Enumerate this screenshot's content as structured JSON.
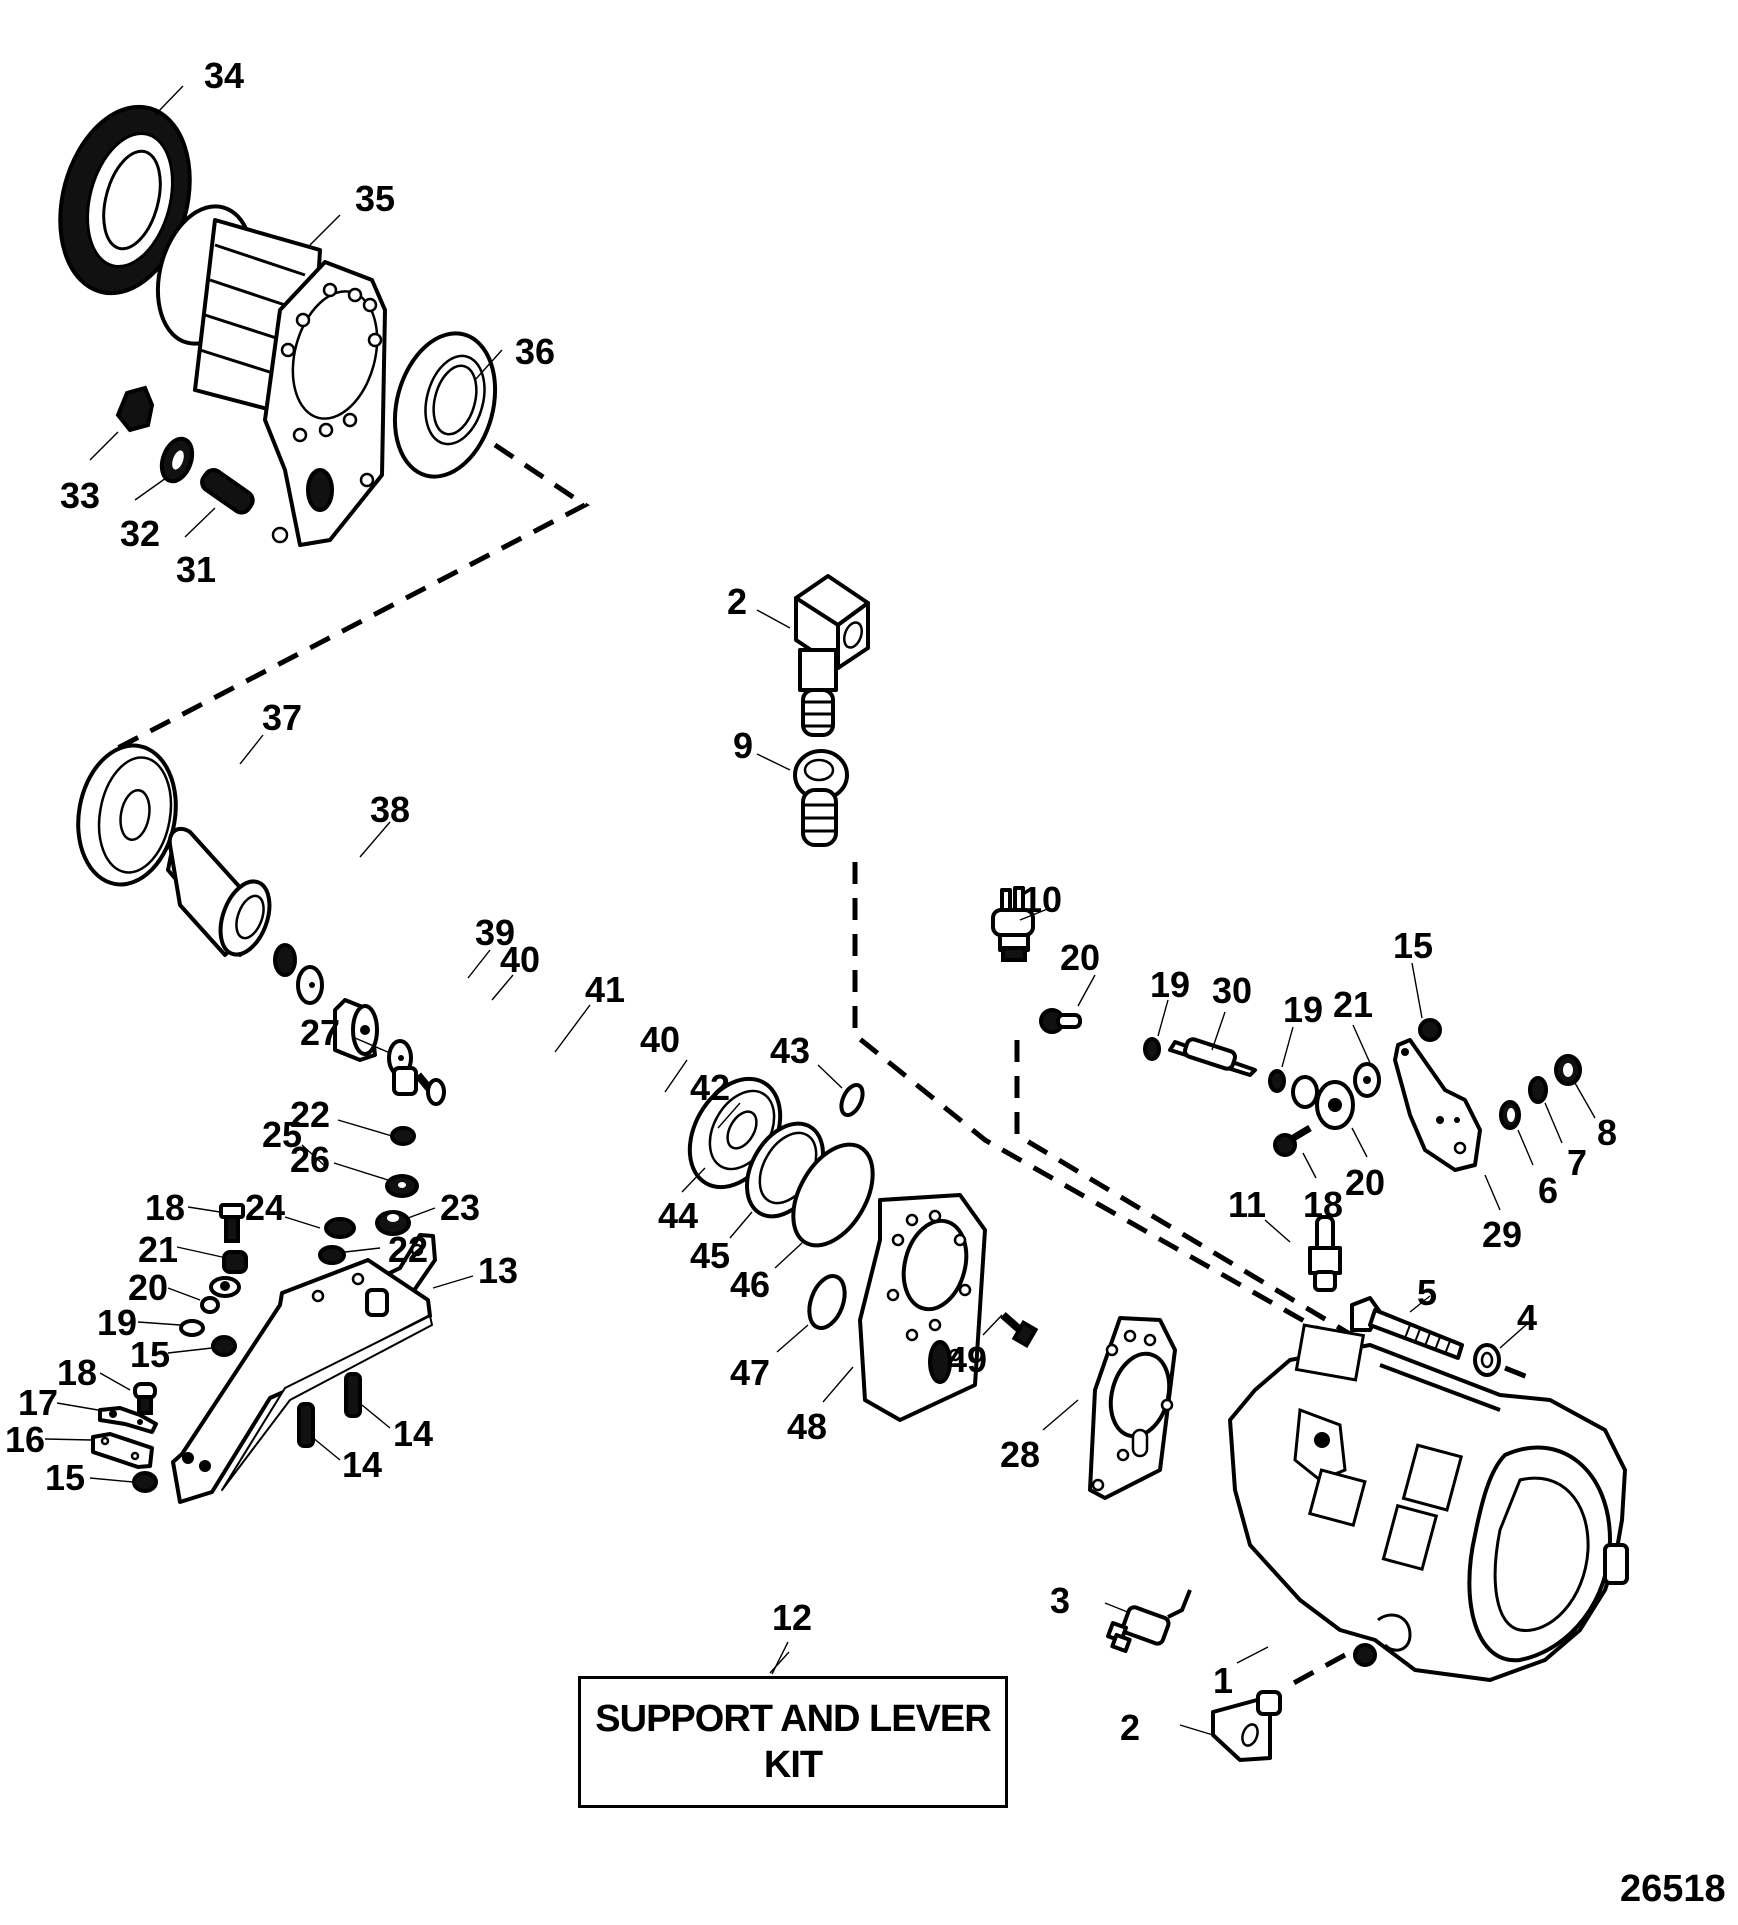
{
  "diagram": {
    "title": "Exploded parts diagram - transmission, adapter housing, support and lever kit",
    "figure_number": "26518",
    "kit_box": {
      "callout": "12",
      "lines": [
        "SUPPORT AND LEVER",
        "KIT"
      ]
    },
    "callouts": [
      {
        "id": "c34",
        "label": "34",
        "part": "seal-ring"
      },
      {
        "id": "c35",
        "label": "35",
        "part": "adapter-housing"
      },
      {
        "id": "c36",
        "label": "36",
        "part": "oil-seal"
      },
      {
        "id": "c33",
        "label": "33",
        "part": "nut"
      },
      {
        "id": "c32",
        "label": "32",
        "part": "washer"
      },
      {
        "id": "c31",
        "label": "31",
        "part": "stud"
      },
      {
        "id": "c2a",
        "label": "2",
        "part": "elbow-fitting-top"
      },
      {
        "id": "c9",
        "label": "9",
        "part": "fitting"
      },
      {
        "id": "c37",
        "label": "37",
        "part": "bearing"
      },
      {
        "id": "c38",
        "label": "38",
        "part": "shaft-sleeve"
      },
      {
        "id": "c39",
        "label": "39",
        "part": "nut"
      },
      {
        "id": "c40a",
        "label": "40",
        "part": "washer"
      },
      {
        "id": "c41",
        "label": "41",
        "part": "spacer"
      },
      {
        "id": "c40b",
        "label": "40",
        "part": "washer"
      },
      {
        "id": "c42",
        "label": "42",
        "part": "screw"
      },
      {
        "id": "c43",
        "label": "43",
        "part": "o-ring-small"
      },
      {
        "id": "c44",
        "label": "44",
        "part": "bearing"
      },
      {
        "id": "c45",
        "label": "45",
        "part": "retaining-ring"
      },
      {
        "id": "c46",
        "label": "46",
        "part": "o-ring-large"
      },
      {
        "id": "c47",
        "label": "47",
        "part": "o-ring"
      },
      {
        "id": "c48",
        "label": "48",
        "part": "plate"
      },
      {
        "id": "c49",
        "label": "49",
        "part": "screw"
      },
      {
        "id": "c28",
        "label": "28",
        "part": "gasket"
      },
      {
        "id": "c10",
        "label": "10",
        "part": "sender-switch"
      },
      {
        "id": "c20a",
        "label": "20",
        "part": "ball-joint"
      },
      {
        "id": "c19a",
        "label": "19",
        "part": "nut"
      },
      {
        "id": "c30",
        "label": "30",
        "part": "link-rod"
      },
      {
        "id": "c19b",
        "label": "19",
        "part": "nut"
      },
      {
        "id": "c21a",
        "label": "21",
        "part": "spacer"
      },
      {
        "id": "c20b",
        "label": "20",
        "part": "ball-joint"
      },
      {
        "id": "c18a",
        "label": "18",
        "part": "screw"
      },
      {
        "id": "c15a",
        "label": "15",
        "part": "nut"
      },
      {
        "id": "c29",
        "label": "29",
        "part": "shift-lever"
      },
      {
        "id": "c6",
        "label": "6",
        "part": "washer"
      },
      {
        "id": "c7",
        "label": "7",
        "part": "lockwasher"
      },
      {
        "id": "c8",
        "label": "8",
        "part": "nut"
      },
      {
        "id": "c11",
        "label": "11",
        "part": "fitting"
      },
      {
        "id": "c5",
        "label": "5",
        "part": "bolt"
      },
      {
        "id": "c4",
        "label": "4",
        "part": "washer"
      },
      {
        "id": "c1",
        "label": "1",
        "part": "transmission"
      },
      {
        "id": "c3",
        "label": "3",
        "part": "switch"
      },
      {
        "id": "c2b",
        "label": "2",
        "part": "elbow-fitting-bottom"
      },
      {
        "id": "c27",
        "label": "27",
        "part": "nut"
      },
      {
        "id": "c22a",
        "label": "22",
        "part": "washer"
      },
      {
        "id": "c26",
        "label": "26",
        "part": "washer"
      },
      {
        "id": "c25",
        "label": "25",
        "part": "lever"
      },
      {
        "id": "c18b",
        "label": "18",
        "part": "screw"
      },
      {
        "id": "c24",
        "label": "24",
        "part": "nut"
      },
      {
        "id": "c23",
        "label": "23",
        "part": "bushing"
      },
      {
        "id": "c21b",
        "label": "21",
        "part": "spacer"
      },
      {
        "id": "c22b",
        "label": "22",
        "part": "washer"
      },
      {
        "id": "c13",
        "label": "13",
        "part": "support-bracket"
      },
      {
        "id": "c20c",
        "label": "20",
        "part": "ball-joint"
      },
      {
        "id": "c19c",
        "label": "19",
        "part": "nut"
      },
      {
        "id": "c15b",
        "label": "15",
        "part": "nut"
      },
      {
        "id": "c18c",
        "label": "18",
        "part": "screw"
      },
      {
        "id": "c17",
        "label": "17",
        "part": "clamp"
      },
      {
        "id": "c16",
        "label": "16",
        "part": "block"
      },
      {
        "id": "c15c",
        "label": "15",
        "part": "nut"
      },
      {
        "id": "c14a",
        "label": "14",
        "part": "stud"
      },
      {
        "id": "c14b",
        "label": "14",
        "part": "stud"
      }
    ]
  }
}
